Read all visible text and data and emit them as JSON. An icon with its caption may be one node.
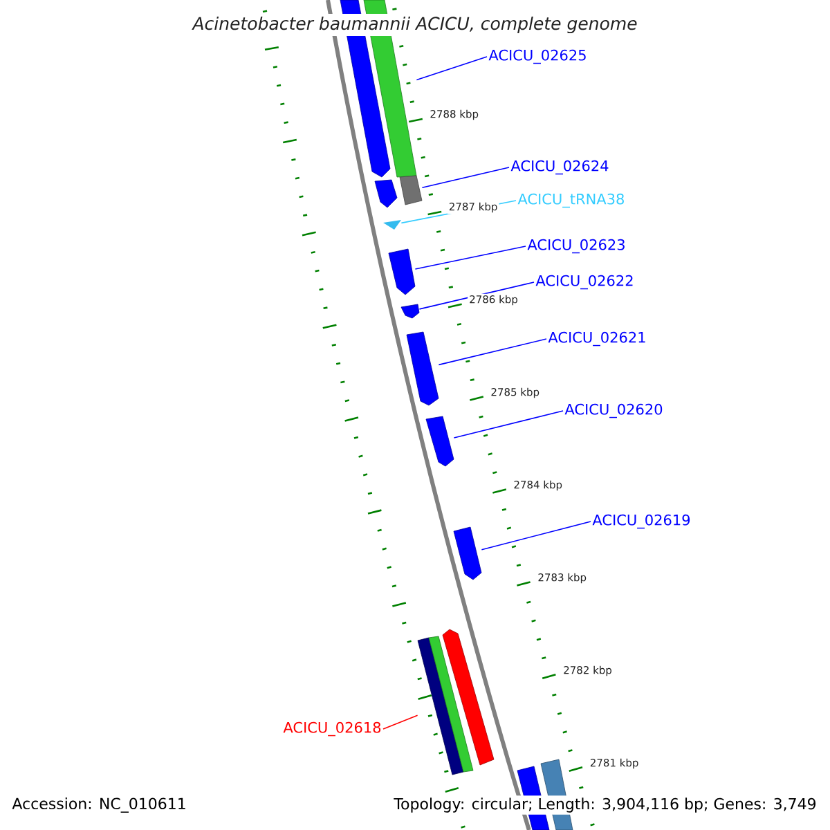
{
  "diagram": {
    "title": "Acinetobacter baumannii ACICU, complete genome",
    "nodes": [
      {
        "text": [
          "ACICU_02625"
        ]
      },
      {
        "text": [
          "ACICU_02624"
        ]
      },
      {
        "text": [
          "ACICU_tRNA38"
        ]
      },
      {
        "text": [
          "ACICU_02623"
        ]
      },
      {
        "text": [
          "ACICU_02622"
        ]
      },
      {
        "text": [
          "ACICU_02621"
        ]
      },
      {
        "text": [
          "ACICU_02620"
        ]
      },
      {
        "text": [
          "ACICU_02619"
        ]
      },
      {
        "text": [
          "ACICU_02618"
        ]
      },
      {
        "text": [],
        "shape": "bar"
      },
      {
        "text": [],
        "shape": "bar"
      },
      {
        "text": [],
        "shape": "triangle"
      },
      {
        "text": [],
        "shape": "bar"
      },
      {
        "text": [],
        "shape": "bar"
      },
      {
        "text": [],
        "shape": "bar"
      },
      {
        "text": [],
        "shape": "bar"
      },
      {
        "text": [],
        "shape": "bar"
      },
      {
        "text": [],
        "shape": "bar"
      },
      {
        "text": [],
        "shape": "bar"
      },
      {
        "text": [],
        "shape": "bar"
      },
      {
        "text": [],
        "shape": "bar"
      },
      {
        "text": [],
        "shape": "bar"
      },
      {
        "text": [],
        "shape": "bar"
      },
      {
        "text": [],
        "shape": "bar"
      }
    ],
    "edges": [
      {
        "from": 0,
        "to": 9,
        "arrow": "none"
      },
      {
        "from": 1,
        "to": 10,
        "arrow": "none"
      },
      {
        "from": 2,
        "to": 11,
        "arrow": "none",
        "color": "#33ccff"
      },
      {
        "from": 3,
        "to": 12,
        "arrow": "none"
      },
      {
        "from": 4,
        "to": 13,
        "arrow": "none"
      },
      {
        "from": 5,
        "to": 14,
        "arrow": "none"
      },
      {
        "from": 6,
        "to": 15,
        "arrow": "none"
      },
      {
        "from": 7,
        "to": 16,
        "arrow": "none"
      },
      {
        "from": 8,
        "to": 20,
        "arrow": "none",
        "color": "#ff0000"
      }
    ],
    "labels": [
      "2788 kbp",
      "2787 kbp",
      "2786 kbp",
      "2785 kbp",
      "2784 kbp",
      "2783 kbp",
      "2782 kbp",
      "2781 kbp",
      "Accession: NC_010611",
      "Topology: circular; Length: 3,904,116 bp; Genes: 3,749"
    ]
  }
}
